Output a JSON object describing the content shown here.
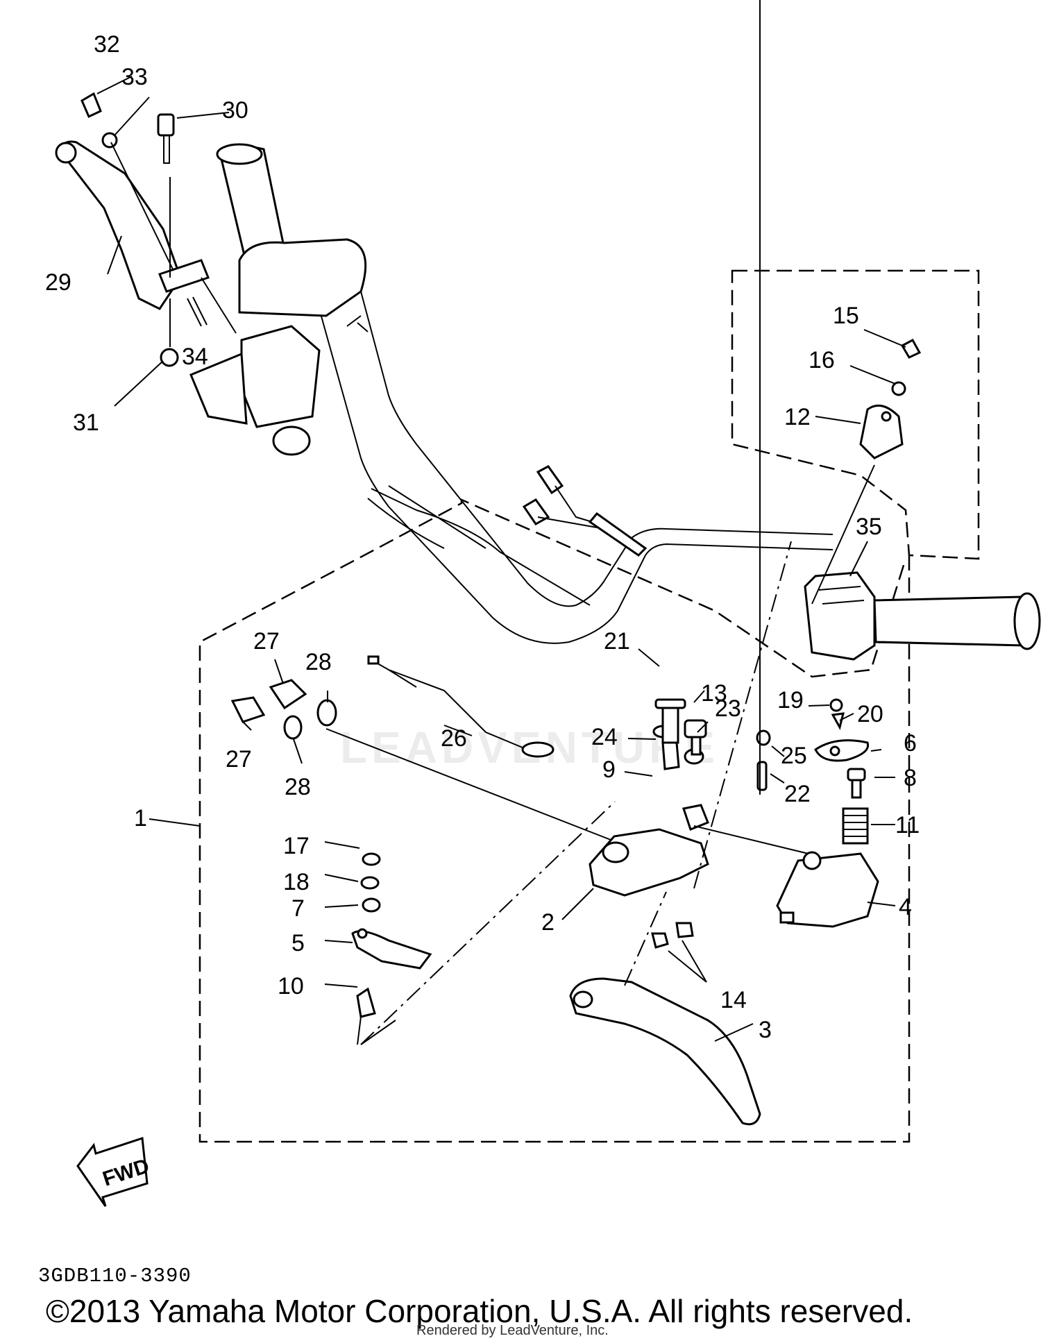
{
  "diagram_code": "3GDB110-3390",
  "copyright": "©2013 Yamaha Motor Corporation, U.S.A. All rights reserved.",
  "render_credit": "Rendered by LeadVenture, Inc.",
  "watermark": "LEADVENTURE",
  "fwd_label": "FWD",
  "callouts": [
    "1",
    "2",
    "3",
    "4",
    "5",
    "6",
    "7",
    "8",
    "9",
    "10",
    "11",
    "12",
    "13",
    "14",
    "15",
    "16",
    "17",
    "18",
    "19",
    "20",
    "21",
    "22",
    "23",
    "24",
    "25",
    "26",
    "27",
    "27",
    "28",
    "28",
    "29",
    "30",
    "31",
    "32",
    "33",
    "34",
    "35"
  ]
}
